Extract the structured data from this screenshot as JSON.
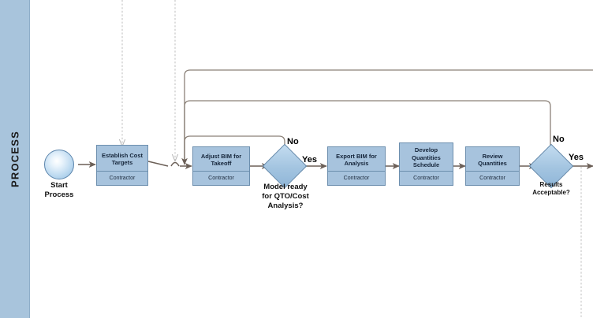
{
  "diagram": {
    "type": "bpmn-process-flow",
    "lane": {
      "label": "PROCESS",
      "band_color": "#a8c4dc"
    },
    "colors": {
      "task_fill": "#a7c3dd",
      "task_border": "#6d8fae",
      "gateway_fill": "#a3c4e0",
      "connector": "#6b5f57",
      "dashed_guide": "#b9b9b9"
    },
    "start_event": {
      "name": "start-process",
      "label": "Start\nProcess"
    },
    "tasks": [
      {
        "id": "establish-cost-targets",
        "title": "Establish Cost\nTargets",
        "role": "Contractor"
      },
      {
        "id": "adjust-bim-for-takeoff",
        "title": "Adjust BIM for\nTakeoff",
        "role": "Contractor"
      },
      {
        "id": "export-bim-for-analysis",
        "title": "Export BIM for\nAnalysis",
        "role": "Contractor"
      },
      {
        "id": "develop-quantities-schedule",
        "title": "Develop\nQuantities\nSchedule",
        "role": "Contractor"
      },
      {
        "id": "review-quantities",
        "title": "Review Quantities",
        "role": "Contractor"
      }
    ],
    "gateways": [
      {
        "id": "model-ready",
        "label": "Model ready\nfor QTO/Cost\nAnalysis?",
        "yes_label": "Yes",
        "no_label": "No"
      },
      {
        "id": "results-acceptable",
        "label": "Results\nAcceptable?",
        "yes_label": "Yes",
        "no_label": "No"
      }
    ]
  }
}
